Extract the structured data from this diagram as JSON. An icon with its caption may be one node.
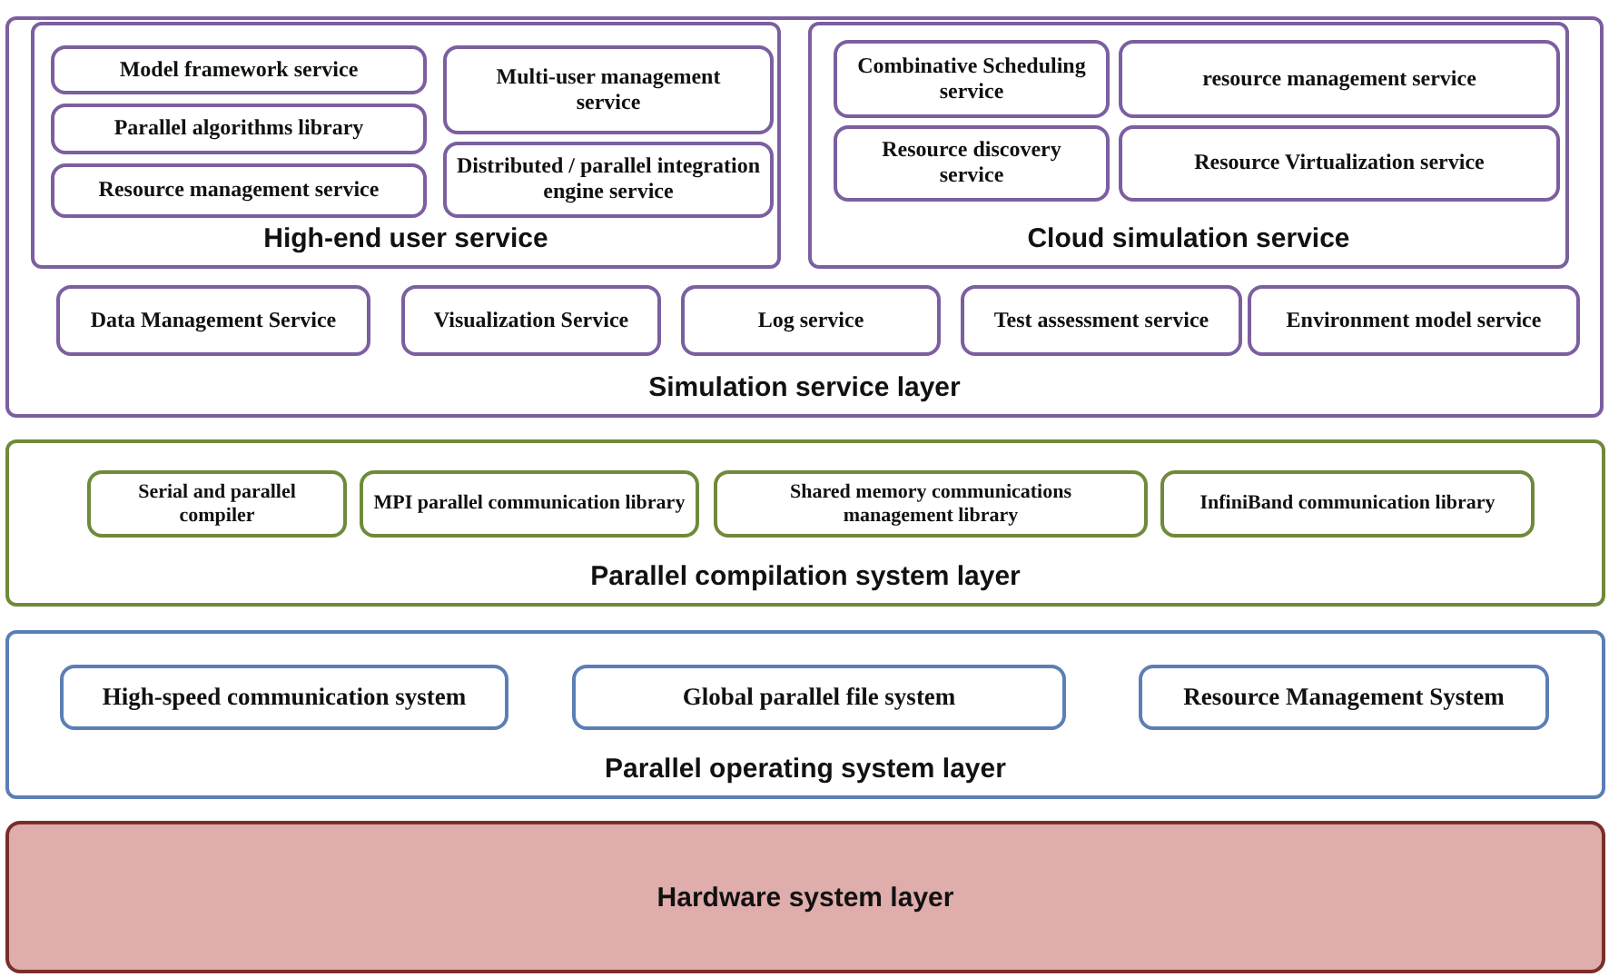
{
  "diagram": {
    "nodes": [
      {
        "text": [
          "Simulation service layer"
        ]
      },
      {
        "text": [
          "High-end user service"
        ],
        "in": 0
      },
      {
        "text": [
          "Model framework service"
        ],
        "in": 1
      },
      {
        "text": [
          "Parallel algorithms library"
        ],
        "in": 1
      },
      {
        "text": [
          "Resource management service"
        ],
        "in": 1
      },
      {
        "text": [
          "Multi-user management service"
        ],
        "in": 1
      },
      {
        "text": [
          "Distributed / parallel integration engine service"
        ],
        "in": 1
      },
      {
        "text": [
          "Cloud simulation service"
        ],
        "in": 0
      },
      {
        "text": [
          "Combinative Scheduling service"
        ],
        "in": 7
      },
      {
        "text": [
          "resource management service"
        ],
        "in": 7
      },
      {
        "text": [
          "Resource discovery service"
        ],
        "in": 7
      },
      {
        "text": [
          "Resource Virtualization service"
        ],
        "in": 7
      },
      {
        "text": [
          "Data Management Service"
        ],
        "in": 0
      },
      {
        "text": [
          "Visualization Service"
        ],
        "in": 0
      },
      {
        "text": [
          "Log service"
        ],
        "in": 0
      },
      {
        "text": [
          "Test assessment service"
        ],
        "in": 0
      },
      {
        "text": [
          "Environment model service"
        ],
        "in": 0
      },
      {
        "text": [
          "Parallel compilation system layer"
        ]
      },
      {
        "text": [
          "Serial and parallel compiler"
        ],
        "in": 17
      },
      {
        "text": [
          "MPI parallel communication library"
        ],
        "in": 17
      },
      {
        "text": [
          "Shared memory communications management library"
        ],
        "in": 17
      },
      {
        "text": [
          "InfiniBand communication library"
        ],
        "in": 17
      },
      {
        "text": [
          "Parallel operating system layer"
        ]
      },
      {
        "text": [
          "High-speed communication system"
        ],
        "in": 22
      },
      {
        "text": [
          "Global parallel file system"
        ],
        "in": 22
      },
      {
        "text": [
          "Resource Management System"
        ],
        "in": 22
      },
      {
        "text": [
          "Hardware system layer"
        ]
      }
    ]
  }
}
